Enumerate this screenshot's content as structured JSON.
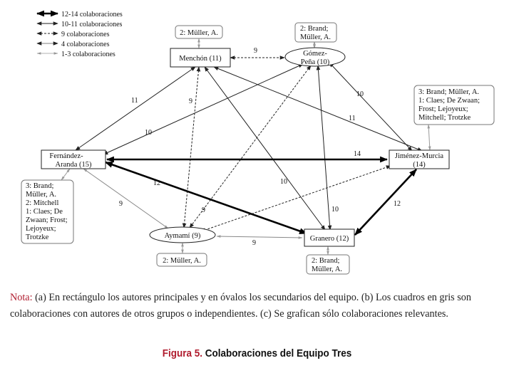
{
  "legend": [
    {
      "label": "12-14 colaboraciones"
    },
    {
      "label": "10-11 colaboraciones"
    },
    {
      "label": "9 colaboraciones"
    },
    {
      "label": "4 colaboraciones"
    },
    {
      "label": "1-3 colaboraciones"
    }
  ],
  "nodes": {
    "menchon": {
      "label": "Menchón (11)"
    },
    "gomez": {
      "label_line1": "Gómez-",
      "label_line2": "Peña (10)"
    },
    "fernandez": {
      "label_line1": "Fernández-",
      "label_line2": "Aranda (15)"
    },
    "jimenez": {
      "label_line1": "Jiménez-Murcia",
      "label_line2": "(14)"
    },
    "aymami": {
      "label": "Aymamí (9)"
    },
    "granero": {
      "label": "Granero (12)"
    }
  },
  "external_boxes": {
    "menchon_ext": {
      "line1": "2: Müller, A."
    },
    "gomez_ext": {
      "line1": "2: Brand;",
      "line2": "Müller, A."
    },
    "jimenez_ext": {
      "line1": "3: Brand;  Müller, A.",
      "line2": "1: Claes; De Zwaan;",
      "line3": "Frost; Lejoyeux;",
      "line4": "Mitchell; Trotzke"
    },
    "fernandez_ext": {
      "line1": "3: Brand;",
      "line2": "Müller, A.",
      "line3": "2: Mitchell",
      "line4": "1: Claes; De",
      "line5": "Zwaan; Frost;",
      "line6": "Lejoyeux;",
      "line7": "Trotzke"
    },
    "aymami_ext": {
      "line1": "2: Müller, A."
    },
    "granero_ext": {
      "line1": "2: Brand;",
      "line2": "Müller, A."
    }
  },
  "edge_labels": {
    "menchon_gomez": "9",
    "menchon_fernandez": "11",
    "menchon_aymami": "9",
    "menchon_granero": "10",
    "gomez_fernandez": "10",
    "gomez_jimenez": "10",
    "menchon_jimenez": "11",
    "fernandez_jimenez": "14",
    "fernandez_granero": "12",
    "fernandez_aymami": "9",
    "gomez_aymami": "9",
    "gomez_granero": "10",
    "jimenez_granero": "12",
    "aymami_granero": "9"
  },
  "note": {
    "label": "Nota:",
    "text": " (a) En rectángulo los autores principales y en óvalos los secundarios del equipo. (b) Los cuadros en gris son colaboraciones con autores de otros grupos o independientes. (c) Se grafican sólo colaboraciones relevantes."
  },
  "caption": {
    "label": "Figura 5.",
    "text": " Colaboraciones del Equipo Tres"
  }
}
